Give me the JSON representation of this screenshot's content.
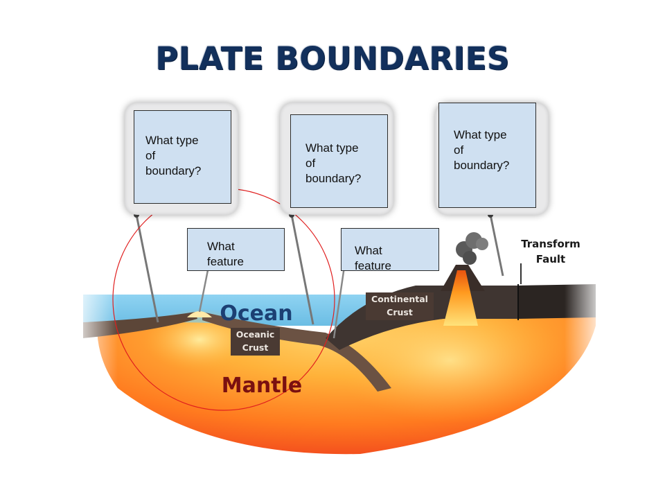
{
  "title": "PLATE BOUNDARIES",
  "boundary_question": {
    "line1": "What type",
    "line2": "of",
    "line3": "boundary?"
  },
  "feature_question": {
    "line1": "What",
    "line2": "feature"
  },
  "diagram_labels": {
    "ocean": "Ocean",
    "mantle": "Mantle",
    "oceanic_crust_1": "Oceanic",
    "oceanic_crust_2": "Crust",
    "continental_crust_1": "Continental",
    "continental_crust_2": "Crust",
    "transform_fault_1": "Transform",
    "transform_fault_2": "Fault"
  },
  "colors": {
    "title": "#12305c",
    "ocean_label": "#1c3f73",
    "mantle_label": "#7a1010",
    "ocean_water": "#7fc8ea",
    "answer_box": "#cfe0f1",
    "highlight_circle": "#e01e1e"
  }
}
